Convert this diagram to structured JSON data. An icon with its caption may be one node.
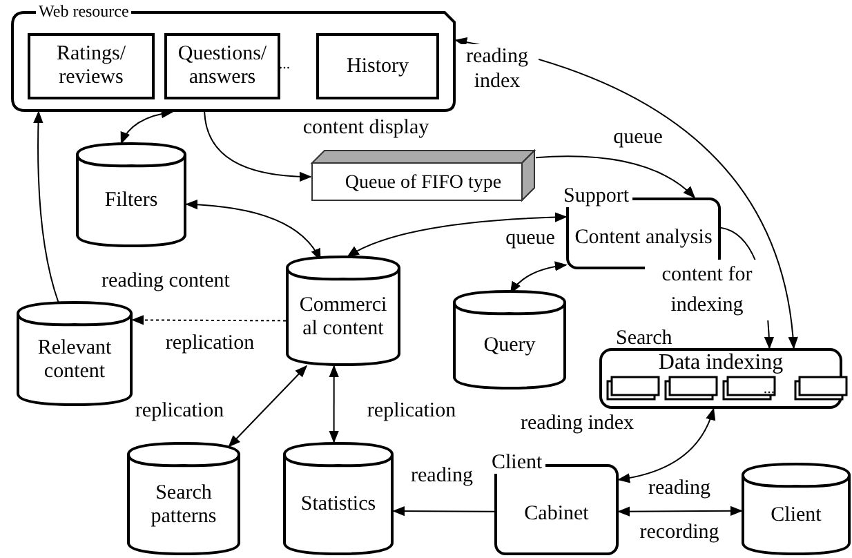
{
  "diagram": {
    "nodes": [
      {
        "text": [
          "Web resource"
        ]
      },
      {
        "text": [
          "Ratings/ reviews"
        ],
        "in": 0
      },
      {
        "text": [
          "Questions/ answers"
        ],
        "in": 0
      },
      {
        "text": [
          "History"
        ],
        "in": 0
      },
      {
        "text": [
          "Filters"
        ]
      },
      {
        "text": [
          "Queue of FIFO type"
        ]
      },
      {
        "text": [
          "Support",
          "Content analysis"
        ]
      },
      {
        "text": [
          "Commerci al content"
        ]
      },
      {
        "text": [
          "Query"
        ]
      },
      {
        "text": [
          "Relevant content"
        ]
      },
      {
        "text": [
          "Search",
          "Data indexing"
        ]
      },
      {
        "text": [
          "Search patterns"
        ]
      },
      {
        "text": [
          "Statistics"
        ]
      },
      {
        "text": [
          "Client",
          "Cabinet"
        ]
      },
      {
        "text": [
          "Client"
        ]
      }
    ],
    "edges": [
      {
        "from": 0,
        "to": 4,
        "arrow": "both"
      },
      {
        "from": 0,
        "to": 5,
        "arrow": "to",
        "label": "content display"
      },
      {
        "from": 5,
        "to": 6,
        "arrow": "to",
        "label": "queue"
      },
      {
        "from": 7,
        "to": 6,
        "arrow": "both",
        "label": "queue"
      },
      {
        "from": 4,
        "to": 7,
        "arrow": "both"
      },
      {
        "from": 8,
        "to": 6,
        "arrow": "both"
      },
      {
        "from": 7,
        "to": 9,
        "arrow": "to",
        "label": "replication",
        "style": "dashed"
      },
      {
        "from": 9,
        "to": 0,
        "arrow": "to",
        "label": "reading content"
      },
      {
        "from": 7,
        "to": 11,
        "arrow": "both",
        "label": "replication"
      },
      {
        "from": 7,
        "to": 12,
        "arrow": "both",
        "label": "replication"
      },
      {
        "from": 6,
        "to": 10,
        "arrow": "to",
        "label": "content for indexing"
      },
      {
        "from": 0,
        "to": 10,
        "arrow": "both",
        "label": "reading index"
      },
      {
        "from": 10,
        "to": 13,
        "arrow": "both",
        "label": "reading index"
      },
      {
        "from": 13,
        "to": 12,
        "arrow": "to",
        "label": "reading"
      },
      {
        "from": 13,
        "to": 14,
        "arrow": "both",
        "label": "reading"
      }
    ],
    "labels": [
      "...",
      "...",
      "recording"
    ]
  }
}
